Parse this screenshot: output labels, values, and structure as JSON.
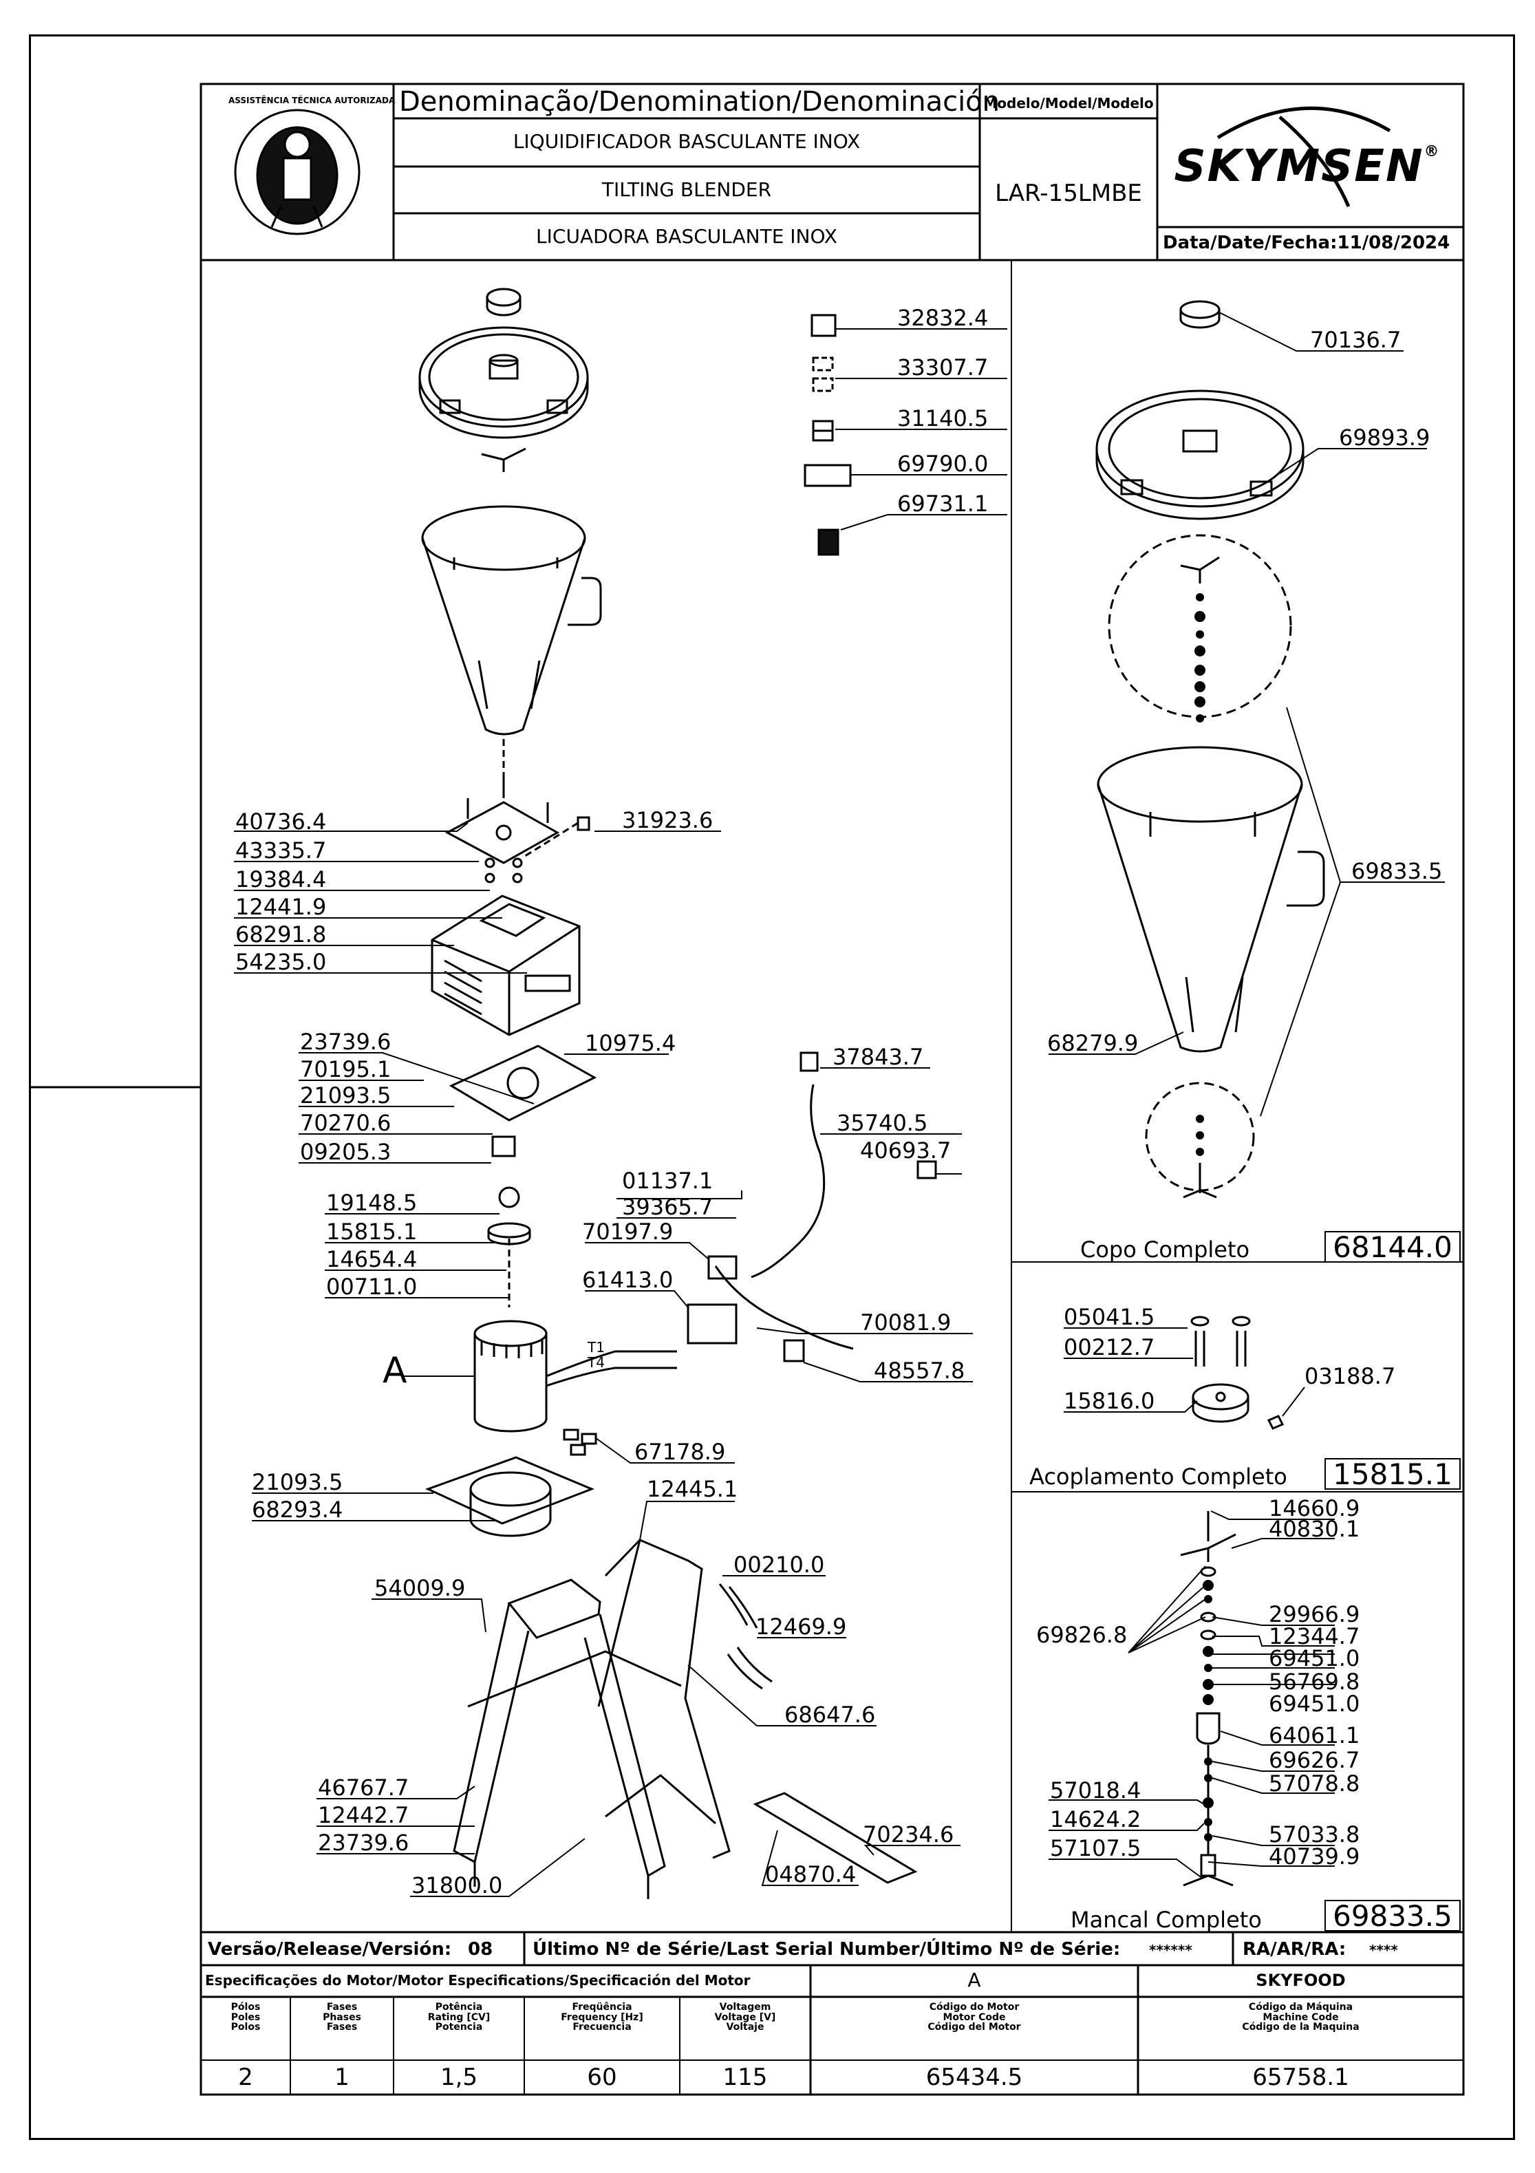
{
  "header": {
    "denomination": "Denominação/Denomination/Denominación",
    "model_label": "Modelo/Model/Modelo",
    "name_pt": "LIQUIDIFICADOR BASCULANTE INOX",
    "name_en": "TILTING BLENDER",
    "name_es": "LICUADORA BASCULANTE INOX",
    "model": "LAR-15LMBE",
    "date_label": "Data/Date/Fecha:",
    "date": "11/08/2024",
    "brand": "SKYMSEN",
    "registered": "®",
    "seal_text": "ASSISTÊNCIA TÉCNICA AUTORIZADA"
  },
  "assemblies": {
    "copo_label": "Copo Completo",
    "copo_code": "68144.0",
    "acoplamento_label": "Acoplamento Completo",
    "acoplamento_code": "15815.1",
    "mancal_label": "Mancal Completo",
    "mancal_code": "69833.5",
    "motor_letter": "A",
    "t1": "T1",
    "t4": "T4"
  },
  "parts_left": [
    "40736.4",
    "43335.7",
    "19384.4",
    "12441.9",
    "68291.8",
    "54235.0",
    "23739.6",
    "70195.1",
    "21093.5",
    "70270.6",
    "09205.3",
    "19148.5",
    "15815.1",
    "14654.4",
    "00711.0",
    "21093.5",
    "68293.4",
    "54009.9",
    "46767.7",
    "12442.7",
    "23739.6",
    "31800.0"
  ],
  "parts_center": [
    "31923.6",
    "10975.4",
    "32832.4",
    "33307.7",
    "31140.5",
    "69790.0",
    "69731.1",
    "37843.7",
    "35740.5",
    "40693.7",
    "01137.1",
    "39365.7",
    "70197.9",
    "61413.0",
    "70081.9",
    "48557.8",
    "67178.9",
    "12445.1",
    "00210.0",
    "12469.9",
    "68647.6",
    "70234.6",
    "04870.4"
  ],
  "parts_right": [
    "70136.7",
    "69893.9",
    "69833.5",
    "68279.9",
    "05041.5",
    "00212.7",
    "03188.7",
    "15816.0",
    "14660.9",
    "40830.1",
    "29966.9",
    "12344.7",
    "69826.8",
    "69451.0",
    "56769.8",
    "69451.0",
    "64061.1",
    "69626.7",
    "57018.4",
    "57078.8",
    "14624.2",
    "57033.8",
    "57107.5",
    "40739.9"
  ],
  "footer": {
    "version_label": "Versão/Release/Versión:",
    "version": "08",
    "serial_label": "Último Nº de Série/Last Serial Number/Último Nº de Série:",
    "serial": "******",
    "ra_label": "RA/AR/RA:",
    "ra": "****",
    "motor_spec_label": "Especificações do Motor/Motor Especifications/Specificación del Motor",
    "motor_group": "A",
    "machine_group": "SKYFOOD",
    "col_poles": "Pólos\nPoles\nPolos",
    "col_phases": "Fases\nPhases\nFases",
    "col_power": "Potência\nRating [CV]\nPotencia",
    "col_freq": "Freqüência\nFrequency [Hz]\nFrecuencia",
    "col_voltage": "Voltagem\nVoltage [V]\nVoltaje",
    "col_motor_code": "Código do Motor\nMotor Code\nCódigo del Motor",
    "col_machine_code": "Código da Máquina\nMachine Code\nCódigo de la Maquina",
    "poles": "2",
    "phases": "1",
    "power": "1,5",
    "freq": "60",
    "voltage": "115",
    "motor_code": "65434.5",
    "machine_code": "65758.1"
  }
}
